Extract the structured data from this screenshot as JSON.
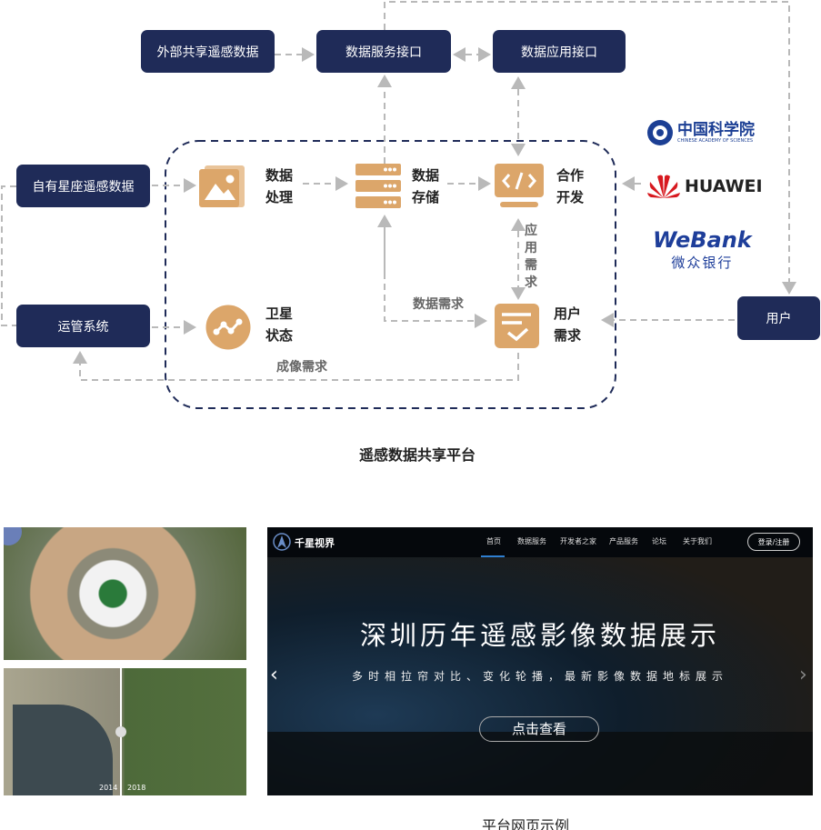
{
  "nodes": {
    "external_data": "外部共享遥感数据",
    "data_service_api": "数据服务接口",
    "data_app_api": "数据应用接口",
    "own_constellation": "自有星座遥感数据",
    "ops_system": "运管系统",
    "user": "用户"
  },
  "platform": {
    "data_processing": "数据处理",
    "data_storage": "数据存储",
    "cooperative_dev": "合作开发",
    "satellite_status": "卫星状态",
    "user_demand": "用户需求",
    "app_demand": "应用需求",
    "data_demand": "数据需求",
    "imaging_demand": "成像需求",
    "caption": "遥感数据共享平台"
  },
  "partners": {
    "cas": "中国科学院",
    "cas_en": "CHINESE ACADEMY OF SCIENCES",
    "huawei": "HUAWEI",
    "webank": "WeBank",
    "webank_cn": "微众银行"
  },
  "colors": {
    "navy": "#1f2b58",
    "icon": "#dca66a",
    "line": "#b9b9b9"
  },
  "examples": {
    "year_left": "2014",
    "year_right": "2018",
    "caption": "平台网页示例",
    "web": {
      "brand": "千星视界",
      "nav": [
        "首页",
        "数据服务",
        "开发者之家",
        "产品服务",
        "论坛",
        "关于我们"
      ],
      "login": "登录/注册",
      "headline": "深圳历年遥感影像数据展示",
      "subline": "多时相拉帘对比、变化轮播，最新影像数据地标展示",
      "cta": "点击查看"
    }
  }
}
